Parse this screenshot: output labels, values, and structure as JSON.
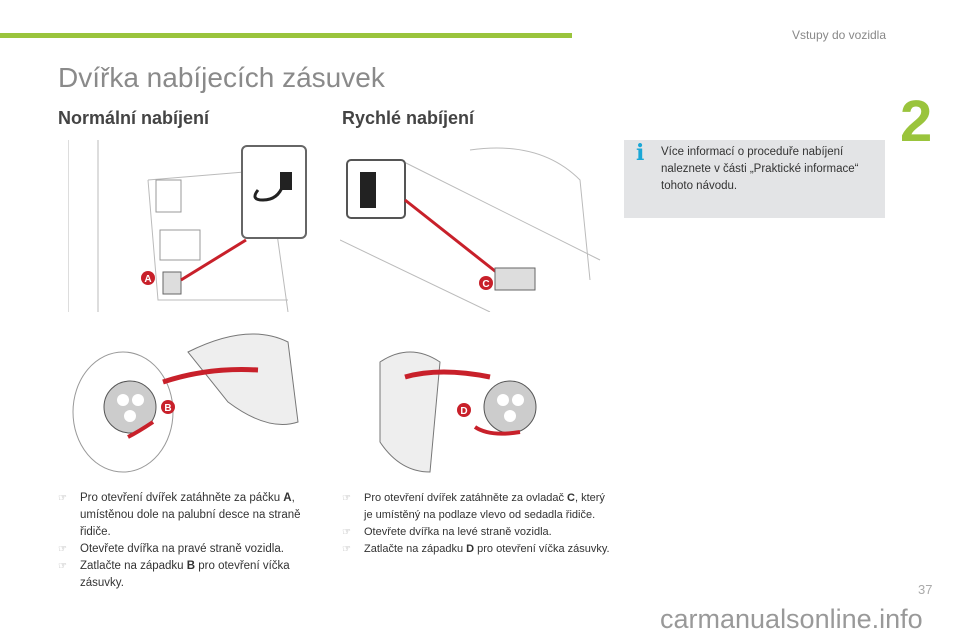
{
  "header": {
    "section": "Vstupy do vozidla",
    "chapter": "2"
  },
  "title": "Dvířka nabíjecích zásuvek",
  "left": {
    "heading": "Normální nabíjení",
    "label_a": "A",
    "label_b": "B",
    "bullets": [
      {
        "parts": [
          "Pro otevření dvířek zatáhněte za páčku ",
          "A",
          ", umístěnou dole na palubní desce na straně řidiče."
        ]
      },
      {
        "parts": [
          "Otevřete dvířka na pravé straně vozidla.",
          "",
          ""
        ]
      },
      {
        "parts": [
          "Zatlačte na západku ",
          "B",
          " pro otevření víčka zásuvky."
        ]
      }
    ]
  },
  "right": {
    "heading": "Rychlé nabíjení",
    "label_c": "C",
    "label_d": "D",
    "bullets": [
      {
        "parts": [
          "Pro otevření dvířek zatáhněte za ovladač ",
          "C",
          ", který je umístěný na podlaze vlevo od sedadla řidiče."
        ]
      },
      {
        "parts": [
          "Otevřete dvířka na levé straně vozidla.",
          "",
          ""
        ]
      },
      {
        "parts": [
          "Zatlačte na západku ",
          "D",
          " pro otevření víčka zásuvky."
        ]
      }
    ]
  },
  "info": {
    "icon": "i",
    "text": "Více informací o proceduře nabíjení naleznete v části „Praktické informace“ tohoto návodu."
  },
  "footer": {
    "page": "37",
    "watermark": "carmanualsonline.info"
  },
  "colors": {
    "accent": "#9ac43c",
    "info": "#1ba7d6",
    "arrow": "#c8202a"
  }
}
